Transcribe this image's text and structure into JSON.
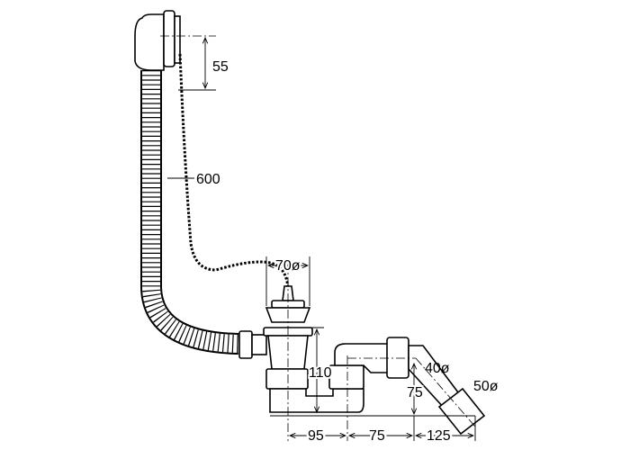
{
  "diagram": {
    "dimensions": {
      "overflow_height": "55",
      "hose_length": "600",
      "strainer_diameter": "70ø",
      "trap_height": "110",
      "outlet_height": "75",
      "outlet_inner_diameter": "40ø",
      "outlet_outer_diameter": "50ø",
      "spacing_1": "95",
      "spacing_2": "75",
      "spacing_3": "125"
    }
  }
}
